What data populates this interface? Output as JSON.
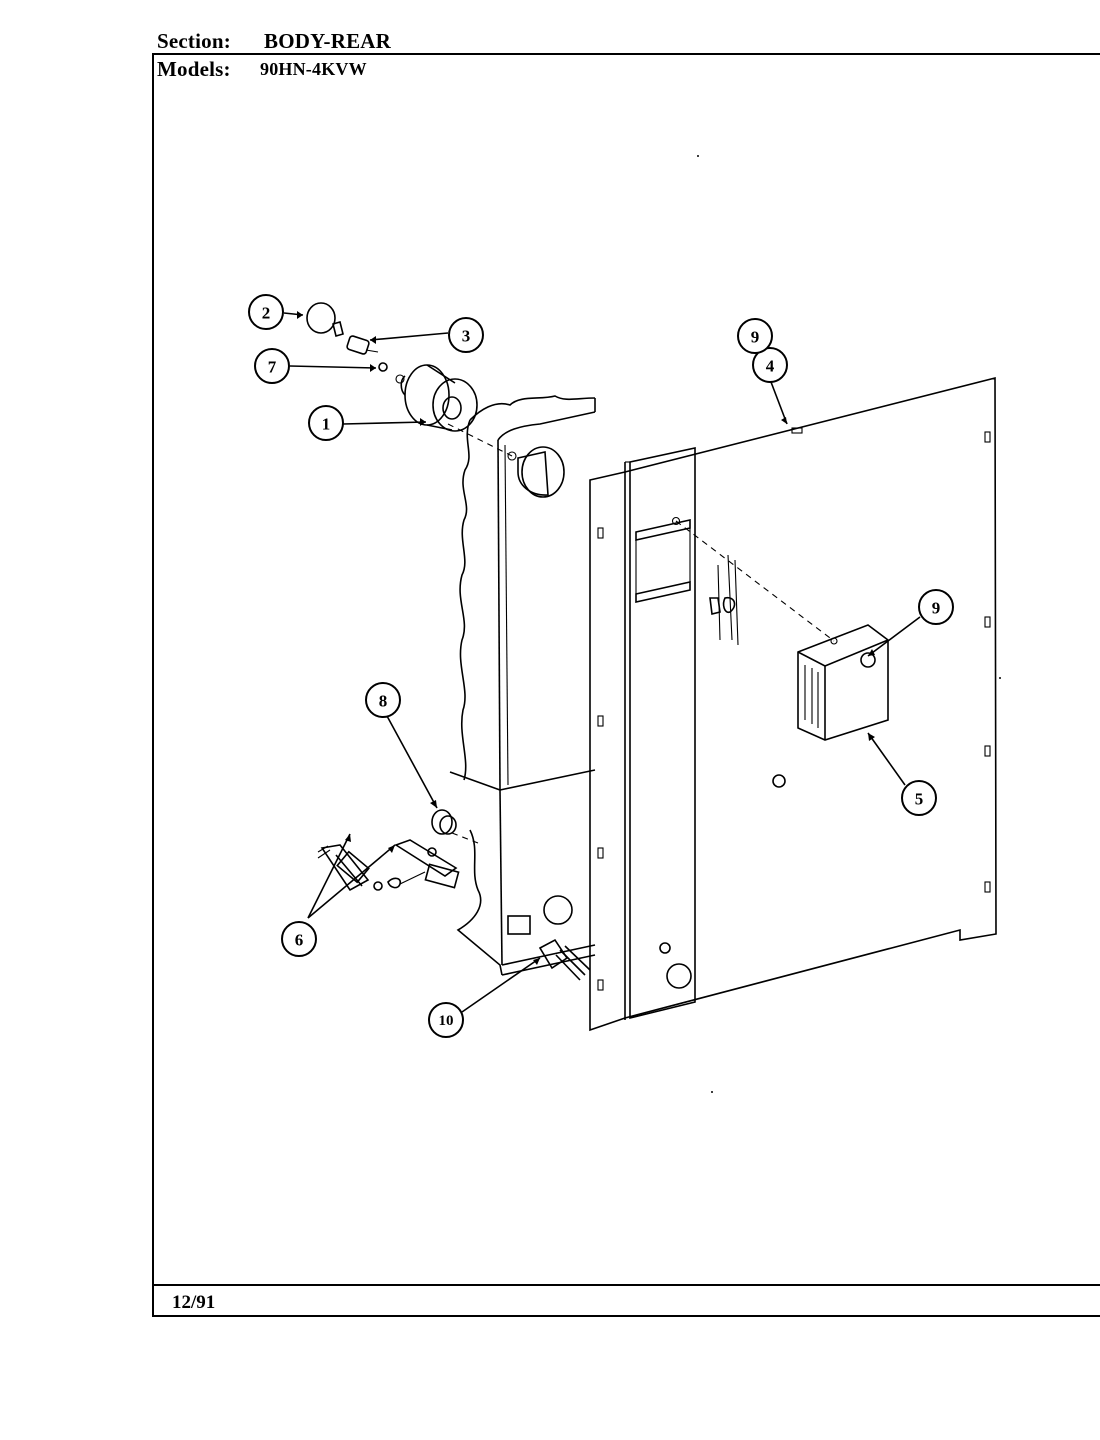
{
  "header": {
    "section_label": "Section:",
    "section_value": "BODY-REAR",
    "models_label": "Models:",
    "models_value": "90HN-4KVW"
  },
  "footer": {
    "date": "12/91"
  },
  "callouts": [
    "1",
    "2",
    "3",
    "4",
    "5",
    "6",
    "7",
    "8",
    "9",
    "9",
    "10"
  ]
}
